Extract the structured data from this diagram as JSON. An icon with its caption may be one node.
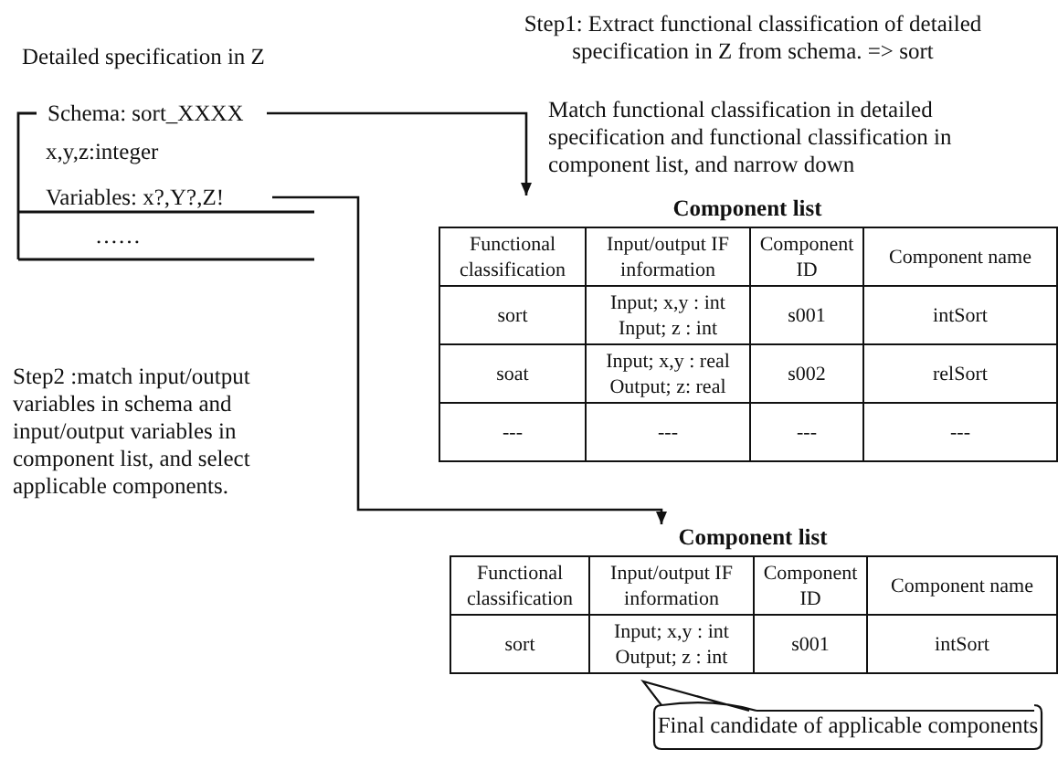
{
  "diagram": {
    "nodes": [
      {
        "text": [
          "Detailed specification in Z",
          "x,y,z:integer",
          "……"
        ]
      },
      {
        "text": [
          "Schema: sort_XXXX"
        ],
        "in": 0
      },
      {
        "text": [
          "Variables: x?,Y?,Z!"
        ],
        "in": 0
      },
      {
        "text": [
          "Component list",
          "Functional classification",
          "Input/output IF information",
          "Component ID",
          "Component name",
          "sort",
          "Input; x,y : int Input; z : int",
          "s001",
          "intSort",
          "soat",
          "Input; x,y : real Output; z: real",
          "s002",
          "relSort",
          "---",
          "---",
          "---",
          "---"
        ]
      },
      {
        "text": [
          "Component list",
          "Functional classification",
          "Input/output IF information",
          "Component ID",
          "Component name",
          "sort",
          "Input; x,y : int Output; z : int",
          "s001",
          "intSort"
        ]
      },
      {
        "text": [
          "Final candidate of applicable components"
        ]
      }
    ],
    "edges": [
      {
        "from": 1,
        "to": 3,
        "arrow": "to"
      },
      {
        "from": 2,
        "to": 4,
        "arrow": "to"
      }
    ],
    "labels": [
      "Step1: Extract functional classification of detailed specification in Z from schema. => sort",
      "Match functional classification in detailed specification and functional classification in component list, and narrow down",
      "Step2 :match input/output variables in schema and input/output variables in component list, and select applicable components."
    ]
  }
}
